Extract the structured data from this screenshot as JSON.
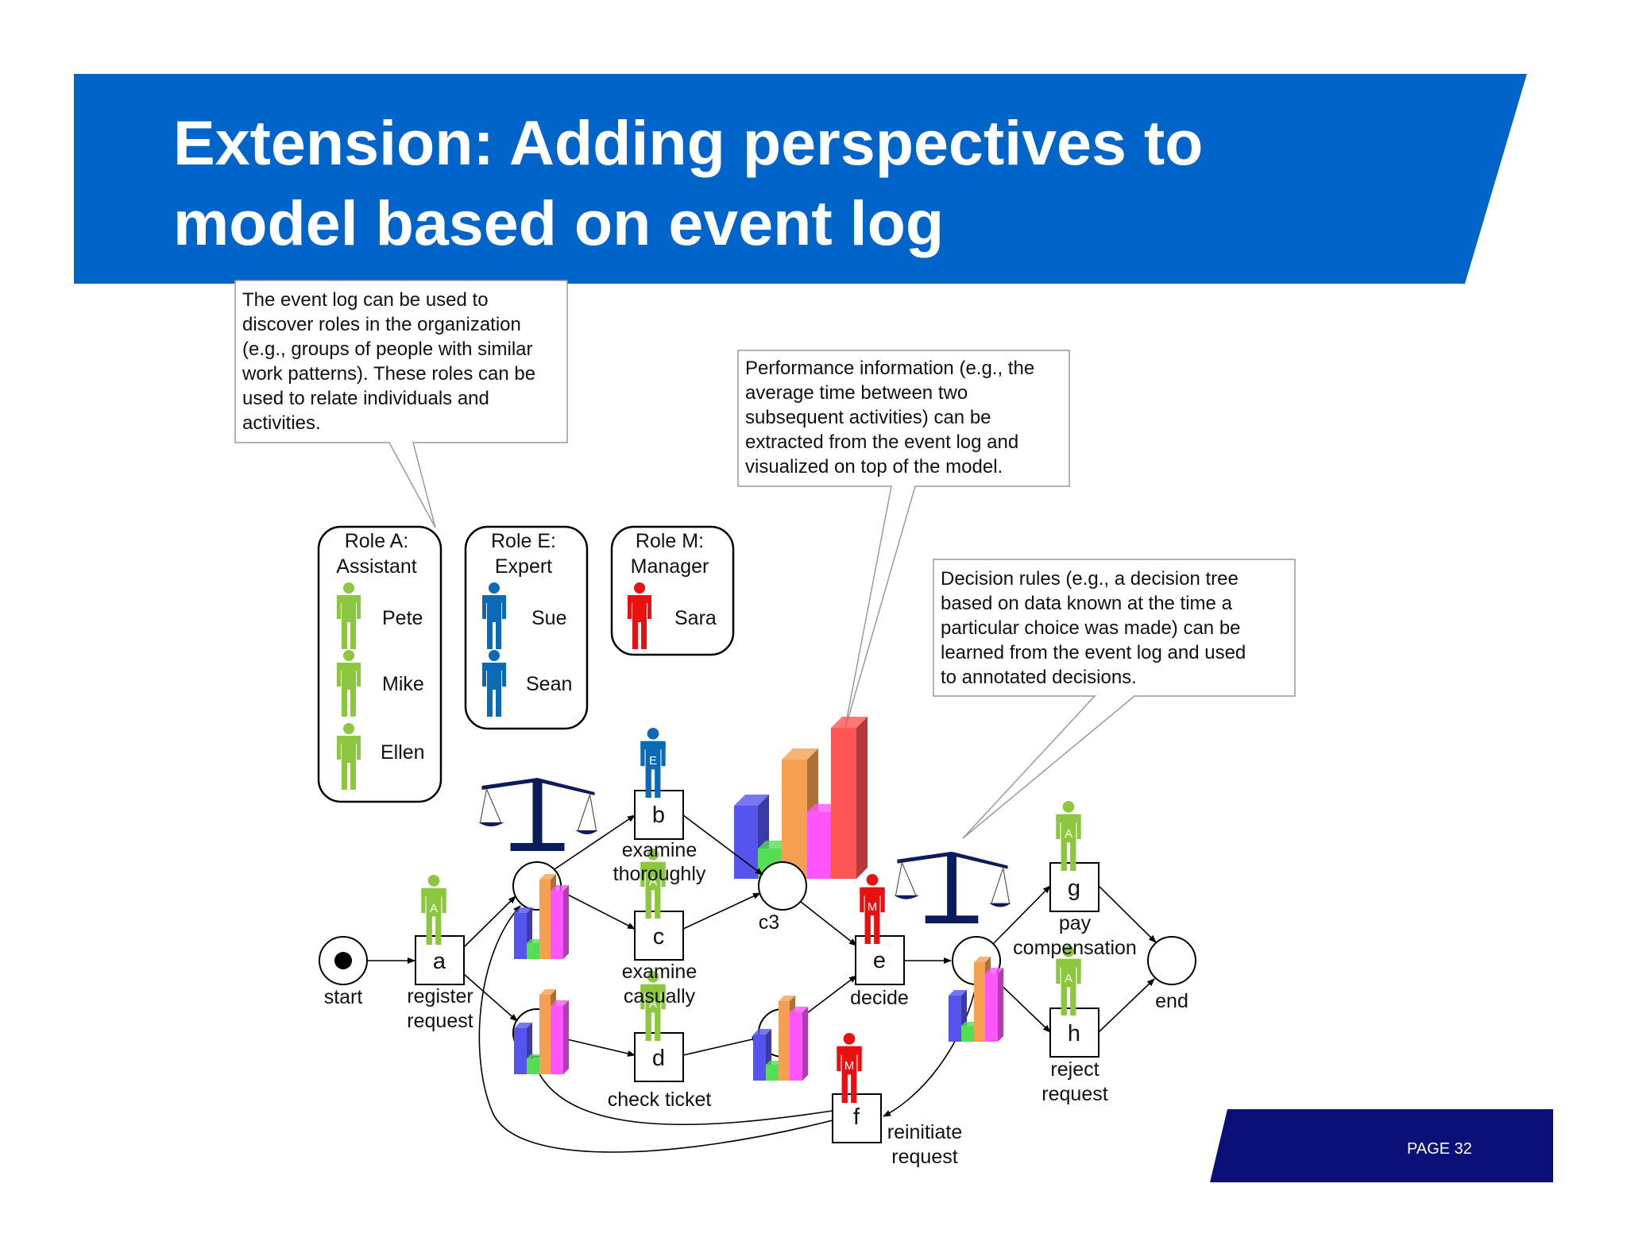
{
  "slide": {
    "title_line1": "Extension: Adding perspectives to",
    "title_line2": "model based on event log",
    "page_label": "PAGE 32",
    "colors": {
      "header": "#0064c8",
      "footer": "#0b0f78",
      "assistant": "#8dc63f",
      "expert": "#0a6ab8",
      "manager": "#e81010"
    }
  },
  "callouts": {
    "roles": [
      "The event log can be used to",
      "discover roles in the organization",
      "(e.g., groups of people with similar",
      "work patterns). These roles can be",
      "used to relate individuals and",
      "activities."
    ],
    "performance": [
      "Performance information (e.g., the",
      "average time between two",
      "subsequent activities) can be",
      "extracted from the event log and",
      "visualized on top of the model."
    ],
    "decision": [
      "Decision rules (e.g., a decision tree",
      "based on data known at the time a",
      "particular choice was made) can be",
      "learned from the event log and used",
      "to annotated decisions."
    ]
  },
  "roles": {
    "assistant": {
      "title1": "Role A:",
      "title2": "Assistant",
      "members": [
        "Pete",
        "Mike",
        "Ellen"
      ],
      "badge": "A"
    },
    "expert": {
      "title1": "Role E:",
      "title2": "Expert",
      "members": [
        "Sue",
        "Sean"
      ],
      "badge": "E"
    },
    "manager": {
      "title1": "Role M:",
      "title2": "Manager",
      "members": [
        "Sara"
      ],
      "badge": "M"
    }
  },
  "model": {
    "start": "start",
    "end": "end",
    "c3": "c3",
    "transitions": {
      "a": {
        "id": "a",
        "label1": "register",
        "label2": "request"
      },
      "b": {
        "id": "b",
        "label1": "examine",
        "label2": "thoroughly"
      },
      "c": {
        "id": "c",
        "label1": "examine",
        "label2": "casually"
      },
      "d": {
        "id": "d",
        "label1": "check ticket"
      },
      "e": {
        "id": "e",
        "label1": "decide"
      },
      "f": {
        "id": "f",
        "label1": "reinitiate",
        "label2": "request"
      },
      "g": {
        "id": "g",
        "label1": "pay",
        "label2": "compensation"
      },
      "h": {
        "id": "h",
        "label1": "reject",
        "label2": "request"
      }
    },
    "bar_colors": [
      "#5555ee",
      "#55dd55",
      "#f5a050",
      "#ff55ff",
      "#ff5555"
    ]
  }
}
